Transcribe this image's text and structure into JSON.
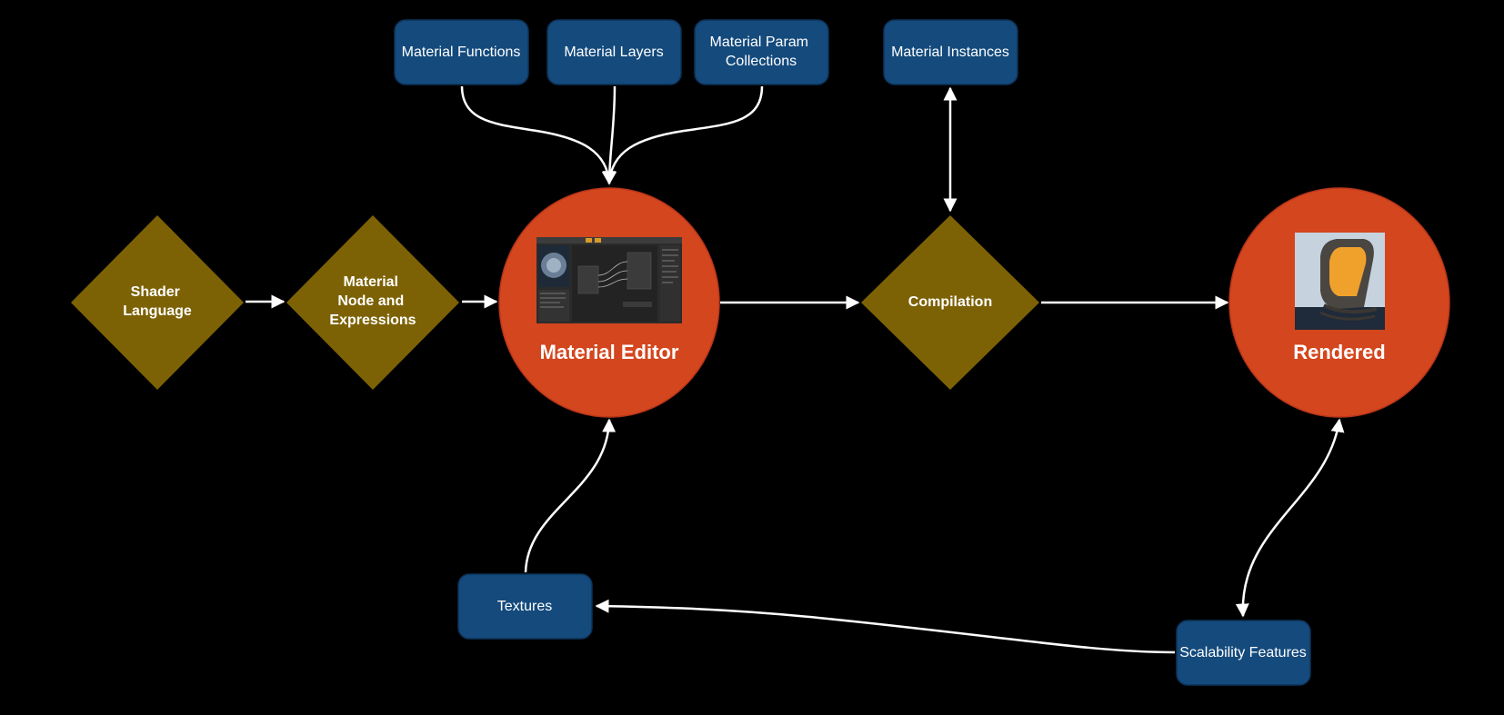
{
  "colors": {
    "background": "#000000",
    "box_fill": "#144a7c",
    "box_stroke": "#0d3258",
    "diamond_fill": "#7d6205",
    "circle_fill": "#d4461e",
    "circle_stroke": "#b8351a",
    "edge": "#ffffff",
    "text": "#ffffff"
  },
  "nodes": {
    "material_functions": "Material Functions",
    "material_layers": "Material Layers",
    "material_param_collections": [
      "Material Param",
      "Collections"
    ],
    "material_instances": "Material Instances",
    "shader_language": [
      "Shader",
      "Language"
    ],
    "material_node_expressions": [
      "Material",
      "Node and",
      "Expressions"
    ],
    "material_editor": "Material Editor",
    "compilation": "Compilation",
    "rendered": "Rendered",
    "textures": "Textures",
    "scalability_features": "Scalability Features"
  },
  "images": {
    "material_editor": "editor-screenshot-thumbnail",
    "rendered": "rendered-chair-thumbnail"
  },
  "edges": [
    {
      "from": "shader_language",
      "to": "material_node_expressions",
      "direction": "forward"
    },
    {
      "from": "material_node_expressions",
      "to": "material_editor",
      "direction": "forward"
    },
    {
      "from": "material_functions",
      "to": "material_editor",
      "direction": "forward"
    },
    {
      "from": "material_layers",
      "to": "material_editor",
      "direction": "forward"
    },
    {
      "from": "material_param_collections",
      "to": "material_editor",
      "direction": "forward"
    },
    {
      "from": "material_editor",
      "to": "compilation",
      "direction": "forward"
    },
    {
      "from": "compilation",
      "to": "material_instances",
      "direction": "both"
    },
    {
      "from": "compilation",
      "to": "rendered",
      "direction": "forward"
    },
    {
      "from": "textures",
      "to": "material_editor",
      "direction": "forward"
    },
    {
      "from": "scalability_features",
      "to": "rendered",
      "direction": "both"
    },
    {
      "from": "scalability_features",
      "to": "textures",
      "direction": "forward"
    }
  ]
}
